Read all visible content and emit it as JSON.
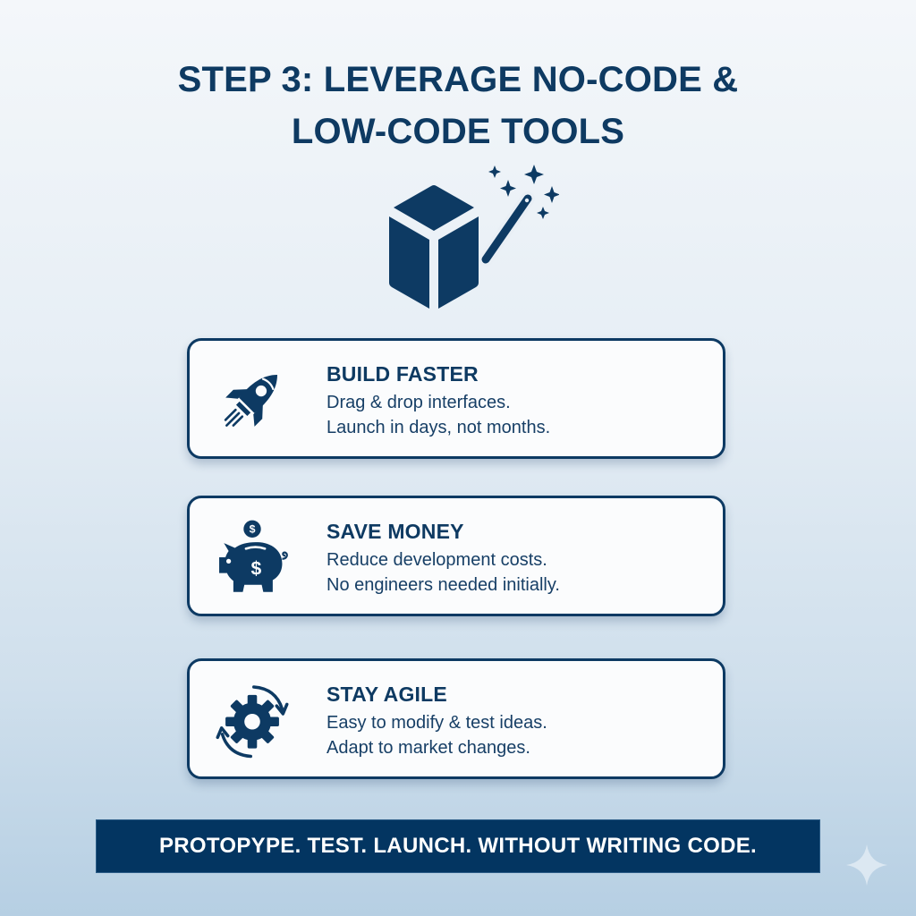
{
  "title": {
    "line1": "STEP 3: LEVERAGE NO-CODE &",
    "line2": "LOW-CODE TOOLS"
  },
  "hero": {
    "icon": "cube-with-magic-wand-icon"
  },
  "cards": [
    {
      "icon": "rocket-icon",
      "heading": "BUILD FASTER",
      "line1": "Drag & drop interfaces.",
      "line2": "Launch in days, not months."
    },
    {
      "icon": "piggy-bank-icon",
      "heading": "SAVE MONEY",
      "line1": "Reduce development costs.",
      "line2": "No engineers needed initially."
    },
    {
      "icon": "gear-cycle-icon",
      "heading": "STAY AGILE",
      "line1": "Easy to modify & test ideas.",
      "line2": "Adapt to market changes."
    }
  ],
  "banner": {
    "text": "PROTOPYPE. TEST. LAUNCH. WITHOUT WRITING CODE."
  },
  "colors": {
    "navy": "#0d3a63",
    "banner_bg": "#033561",
    "background_top": "#f4f7fa",
    "background_bottom": "#b6cfe3",
    "card_bg": "#fbfcfd"
  }
}
